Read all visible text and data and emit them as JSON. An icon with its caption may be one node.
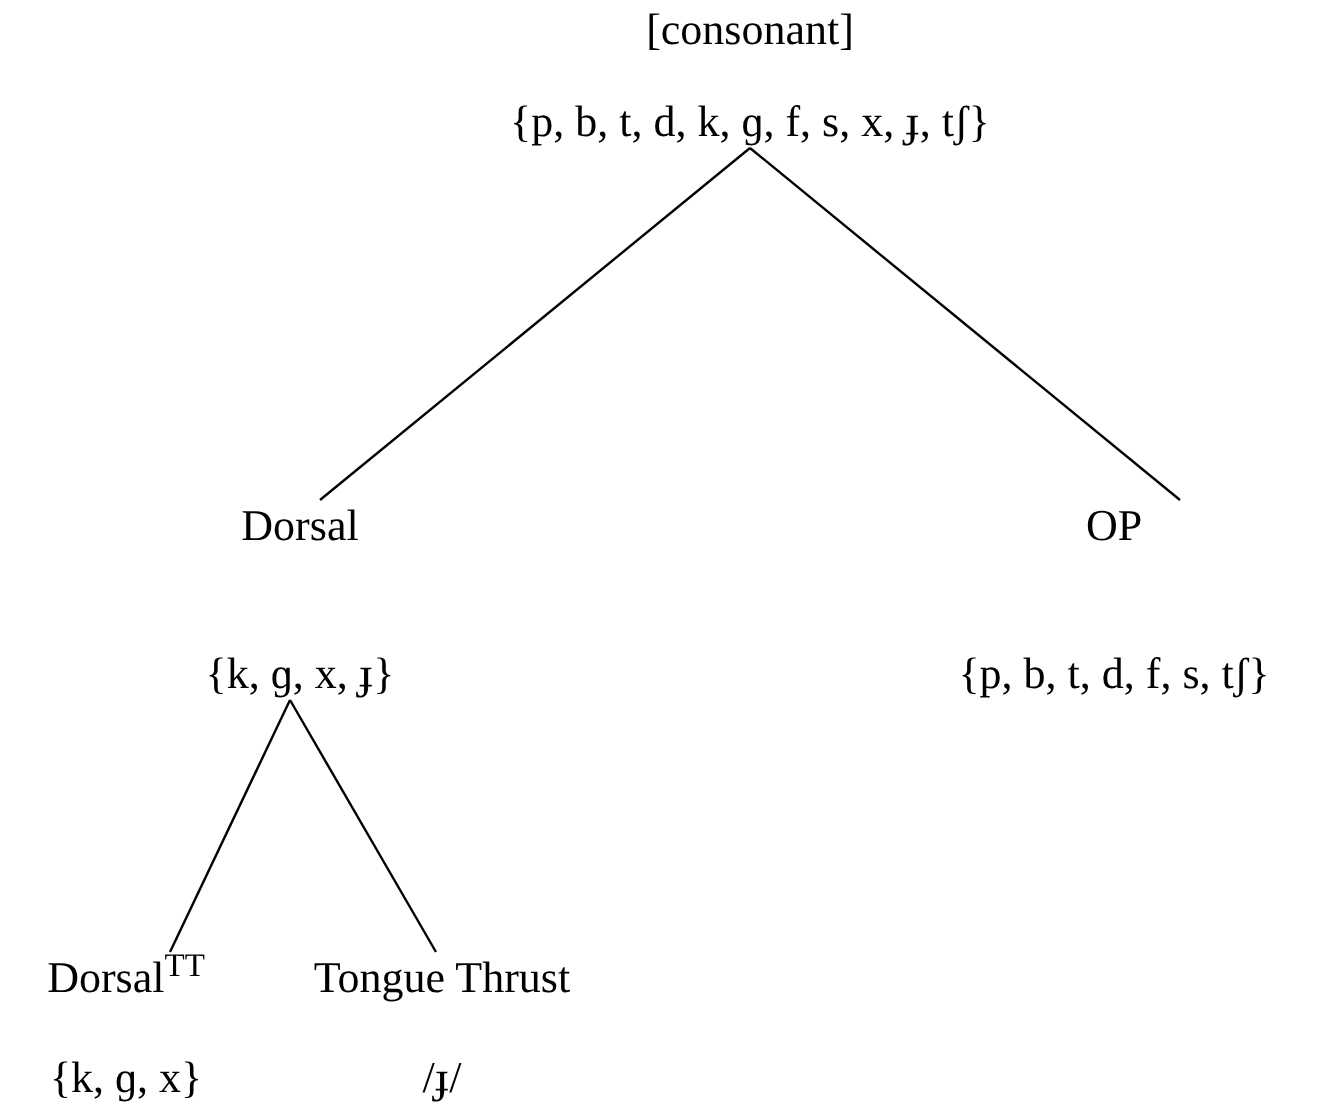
{
  "diagram": {
    "nodes": [
      {
        "text": [
          "[consonant]",
          "{p, b, t, d, k, ɡ, f, s, x, ɟ, tʃ}"
        ]
      },
      {
        "text": [
          "Dorsal",
          "{k, ɡ, x, ɟ}"
        ]
      },
      {
        "text": [
          "OP",
          "{p, b, t, d, f, s, tʃ}"
        ]
      },
      {
        "text": [
          "Dorsal$^{TT}$",
          "{k, ɡ, x}"
        ]
      },
      {
        "text": [
          "Tongue Thrust",
          "/ɟ/"
        ]
      }
    ],
    "edges": [
      {
        "from": 0,
        "to": 1,
        "arrow": "none"
      },
      {
        "from": 0,
        "to": 2,
        "arrow": "none"
      },
      {
        "from": 1,
        "to": 3,
        "arrow": "none"
      },
      {
        "from": 1,
        "to": 4,
        "arrow": "none"
      }
    ]
  }
}
